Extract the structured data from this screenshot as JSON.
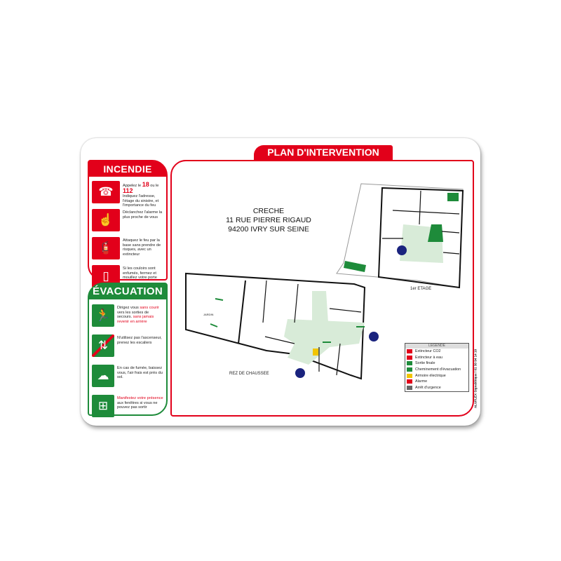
{
  "title": "PLAN D'INTERVENTION",
  "address": {
    "line1": "CRECHE",
    "line2": "11 RUE PIERRE RIGAUD",
    "line3": "94200  IVRY SUR SEINE"
  },
  "incendie": {
    "heading": "INCENDIE",
    "items": [
      {
        "icon": "phone-fire-icon",
        "pre": "Appelez le ",
        "n1": "18",
        "mid": " ou le ",
        "n2": "112",
        "rest": "Indiquez l'adresse, l'étage du sinistre, et l'importance du feu"
      },
      {
        "icon": "alarm-button-icon",
        "text": "Déclanchez l'alarme la plus proche de vous"
      },
      {
        "icon": "extinguisher-icon",
        "text": "Attaquez le feu par la base sans prendre de risques, avec un extincteur"
      },
      {
        "icon": "close-door-icon",
        "text": "Si les couloirs sont enfumés, fermez et mouillez votre porte"
      }
    ]
  },
  "evacuation": {
    "heading": "ÉVACUATION",
    "items": [
      {
        "icon": "exit-running-icon",
        "pre": "Dirigez vous ",
        "red1": "sans courir",
        "mid": " vers les sorties de secours. ",
        "red2": "sans jamais revenir en arrière"
      },
      {
        "icon": "no-elevator-icon",
        "text": "N'utilisez pas l'ascenseur, prenez les escaliers"
      },
      {
        "icon": "smoke-crawl-icon",
        "text": "En cas de fumée, baissez vous, l'air frais est près du sol."
      },
      {
        "icon": "window-signal-icon",
        "red": "Manifestez votre présence",
        "text": " aux fenêtres si vous ne pouvez pas sortir"
      }
    ]
  },
  "plans": {
    "ground": "REZ DE CHAUSSEE",
    "first": "1er ETAGE",
    "garden": "JARDIN"
  },
  "legend": {
    "heading": "LEGENDE",
    "items": [
      {
        "label": "Extincteur CO2",
        "color": "#e2001a"
      },
      {
        "label": "Extincteur à eau",
        "color": "#e2001a"
      },
      {
        "label": "Sortie finale",
        "color": "#1e8b3a"
      },
      {
        "label": "Cheminement d'évacuation",
        "color": "#1e8b3a"
      },
      {
        "label": "Armoire électrique",
        "color": "#f2c500"
      },
      {
        "label": "Alarme",
        "color": "#e2001a"
      },
      {
        "label": "Arrêt d'urgence",
        "color": "#666666"
      }
    ]
  },
  "footer": "ALUFLEX Signalétique / 01 30 94 14 10",
  "colors": {
    "red": "#e2001a",
    "green": "#1e8b3a",
    "corridor": "#d8ebd8"
  }
}
